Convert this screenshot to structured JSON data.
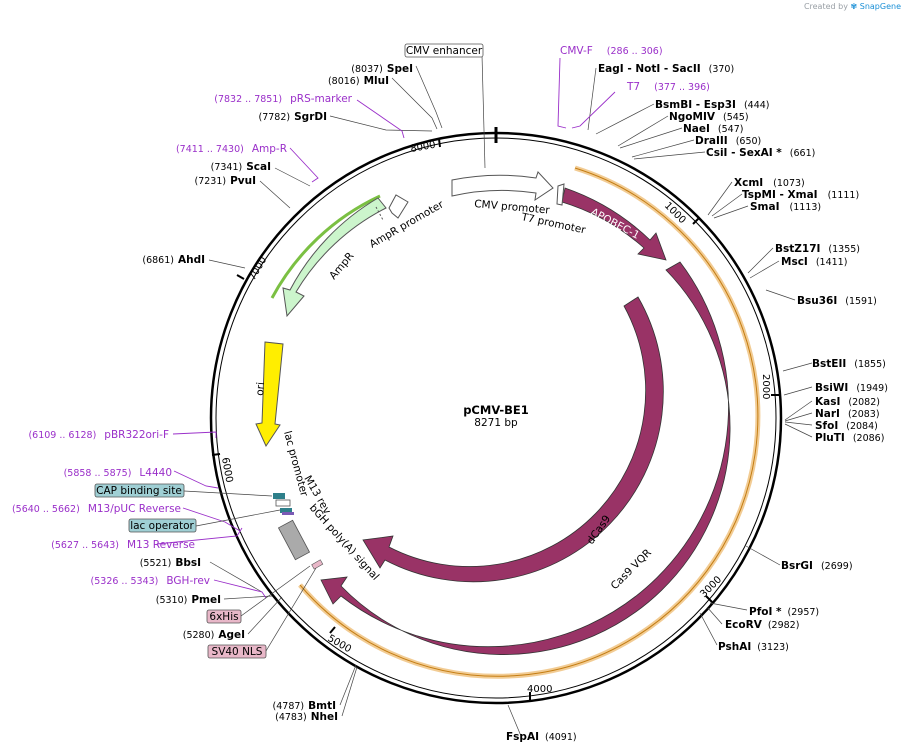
{
  "credit": {
    "prefix": "Created by",
    "brand": "SnapGene"
  },
  "plasmid": {
    "name": "pCMV-BE1",
    "length_label": "8271 bp",
    "length": 8271
  },
  "ruler_ticks": [
    "1000",
    "2000",
    "3000",
    "4000",
    "5000",
    "6000",
    "7000",
    "8000"
  ],
  "enzymes": [
    {
      "name": "SpeI",
      "pos": "(8037)"
    },
    {
      "name": "MluI",
      "pos": "(8016)"
    },
    {
      "name": "SgrDI",
      "pos": "(7782)"
    },
    {
      "name": "ScaI",
      "pos": "(7341)"
    },
    {
      "name": "PvuI",
      "pos": "(7231)"
    },
    {
      "name": "AhdI",
      "pos": "(6861)"
    },
    {
      "name": "BbsI",
      "pos": "(5521)"
    },
    {
      "name": "PmeI",
      "pos": "(5310)"
    },
    {
      "name": "AgeI",
      "pos": "(5280)"
    },
    {
      "name": "BmtI",
      "pos": "(4787)"
    },
    {
      "name": "NheI",
      "pos": "(4783)"
    },
    {
      "name": "FspAI",
      "pos": "(4091)"
    },
    {
      "name": "PshAI",
      "pos": "(3123)"
    },
    {
      "name": "EcoRV",
      "pos": "(2982)"
    },
    {
      "name": "PfoI *",
      "pos": "(2957)"
    },
    {
      "name": "BsrGI",
      "pos": "(2699)"
    },
    {
      "name": "PluTI",
      "pos": "(2086)"
    },
    {
      "name": "SfoI",
      "pos": "(2084)"
    },
    {
      "name": "NarI",
      "pos": "(2083)"
    },
    {
      "name": "KasI",
      "pos": "(2082)"
    },
    {
      "name": "BsiWI",
      "pos": "(1949)"
    },
    {
      "name": "BstEII",
      "pos": "(1855)"
    },
    {
      "name": "Bsu36I",
      "pos": "(1591)"
    },
    {
      "name": "MscI",
      "pos": "(1411)"
    },
    {
      "name": "BstZ17I",
      "pos": "(1355)"
    },
    {
      "name": "SmaI",
      "pos": "(1113)"
    },
    {
      "name": "TspMI - XmaI",
      "pos": "(1111)"
    },
    {
      "name": "XcmI",
      "pos": "(1073)"
    },
    {
      "name": "CsiI - SexAI *",
      "pos": "(661)"
    },
    {
      "name": "DraIII",
      "pos": "(650)"
    },
    {
      "name": "NaeI",
      "pos": "(547)"
    },
    {
      "name": "NgoMIV",
      "pos": "(545)"
    },
    {
      "name": "BsmBI - Esp3I",
      "pos": "(444)"
    },
    {
      "name": "EagI - NotI - SacII",
      "pos": "(370)"
    }
  ],
  "primers": [
    {
      "name": "CMV-F",
      "pos": "(286 .. 306)"
    },
    {
      "name": "T7",
      "pos": "(377 .. 396)"
    },
    {
      "name": "pRS-marker",
      "pos": "(7832 .. 7851)"
    },
    {
      "name": "Amp-R",
      "pos": "(7411 .. 7430)"
    },
    {
      "name": "pBR322ori-F",
      "pos": "(6109 .. 6128)"
    },
    {
      "name": "L4440",
      "pos": "(5858 .. 5875)"
    },
    {
      "name": "M13/pUC Reverse",
      "pos": "(5640 .. 5662)"
    },
    {
      "name": "M13 Reverse",
      "pos": "(5627 .. 5643)"
    },
    {
      "name": "BGH-rev",
      "pos": "(5326 .. 5343)"
    }
  ],
  "boxed_features": [
    {
      "name": "CMV enhancer"
    },
    {
      "name": "CAP binding site"
    },
    {
      "name": "lac operator"
    },
    {
      "name": "6xHis"
    },
    {
      "name": "SV40 NLS"
    }
  ],
  "feature_labels": {
    "cmv_promoter": "CMV promoter",
    "t7_promoter": "T7 promoter",
    "apobec": "APOBEC-1",
    "ampr_promoter": "AmpR promoter",
    "ampr": "AmpR",
    "ori": "ori",
    "lac_promoter": "lac promoter",
    "m13_rev": "M13 rev",
    "bgh": "bGH poly(A) signal",
    "dcas9": "dCas9",
    "cas9_vqr": "Cas9 VQR"
  },
  "colors": {
    "cds": "#993366",
    "orf": "#e8a33d",
    "ampr": "#ccf5cc",
    "ampr_promoter_edge": "#7bc043",
    "ori": "#ffee00",
    "primer": "#9a2fc9",
    "cap": "#9fcfd4",
    "lac": "#9fcfd4",
    "nls": "#e8b7c8",
    "bgh": "#aaaaaa"
  }
}
